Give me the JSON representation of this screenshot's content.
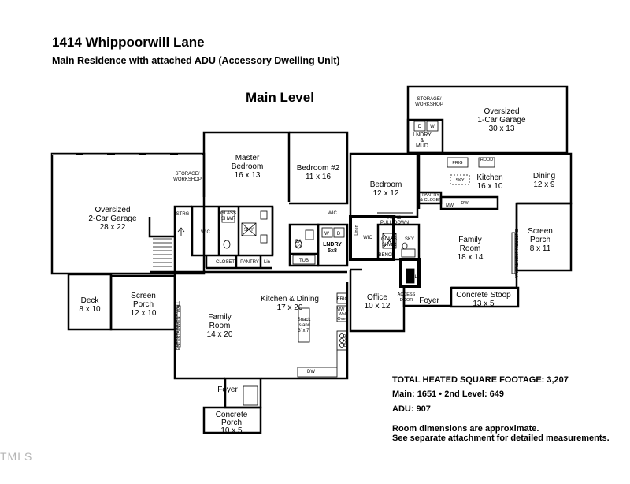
{
  "header": {
    "address": "1414 Whippoorwill Lane",
    "subtitle": "Main Residence with attached ADU (Accessory Dwelling Unit)",
    "level": "Main Level"
  },
  "rooms": {
    "garage2": [
      "Oversized",
      "2-Car Garage",
      "28 x 22"
    ],
    "storage_left": [
      "STORAGE/",
      "WORKSHOP"
    ],
    "strg": "STRG",
    "wic_left": "WIC",
    "master": [
      "Master",
      "Bedroom",
      "16 x 13"
    ],
    "glass_shwr_left": [
      "GLASS",
      "SHWR"
    ],
    "sky_left": "SKY",
    "closet": "CLOSET",
    "pantry_main": "PANTRY",
    "lin": "Lin",
    "bedroom2": [
      "Bedroom #2",
      "11 x 16"
    ],
    "wic_mid": "WIC",
    "ba2": [
      "BA",
      "#2"
    ],
    "tub": "TUB",
    "lndry_main": [
      "LNDRY",
      "5x8"
    ],
    "w_main": "W",
    "d_main": "D",
    "deck": [
      "Deck",
      "8 x 10"
    ],
    "screen_porch_left": [
      "Screen",
      "Porch",
      "12 x 10"
    ],
    "entertainment_left": "ENTERTAINMENT WALL",
    "family_main": [
      "Family",
      "Room",
      "14 x 20"
    ],
    "kitchen_dining": [
      "Kitchen & Dining",
      "17 x 20"
    ],
    "snack_island": [
      "Snack",
      "Island",
      "3' x 7'"
    ],
    "frig_main": "FRIG",
    "mw_oven": [
      "MW &",
      "Wall",
      "Oven"
    ],
    "hood_main": "HOOD",
    "dw_main": "DW",
    "foyer_main": "Foyer",
    "concrete_porch": [
      "Concrete",
      "Porch",
      "10 x 5"
    ],
    "bedroom_adu": [
      "Bedroom",
      "12 x 12"
    ],
    "linen": "Linen",
    "wic_adu": "WIC",
    "attic": [
      "ATTIC",
      "PULL-DOWN"
    ],
    "glass_shwr_adu": [
      "GLASS",
      "SHWR"
    ],
    "sky_adu": "SKY",
    "bench": "BENCH",
    "office": [
      "Office",
      "10 x 12"
    ],
    "access_door": [
      "ACCESS",
      "DOOR"
    ],
    "cl": "CL",
    "garage1": [
      "Oversized",
      "1-Car Garage",
      "30 x 13"
    ],
    "storage_right": [
      "STORAGE/",
      "WORKSHOP"
    ],
    "lndry_mud": [
      "LNDRY",
      "&",
      "MUD"
    ],
    "d_adu": "D",
    "w_adu": "W",
    "frig_adu": "FRIG",
    "hood_adu": "HOOD",
    "kitchen_adu": [
      "Kitchen",
      "16 x 10"
    ],
    "sky_kitchen": "SKY",
    "pantry_closet": [
      "PANTRY",
      "& CLOSET"
    ],
    "mw_adu": "MW",
    "dw_adu": "DW",
    "dining_adu": [
      "Dining",
      "12 x 9"
    ],
    "family_adu": [
      "Family",
      "Room",
      "18 x 14"
    ],
    "screen_porch_right": [
      "Screen",
      "Porch",
      "8 x 11"
    ],
    "entertainment_right": "ENTERTAINMENT WALL",
    "foyer_adu": "Foyer",
    "concrete_stoop": [
      "Concrete Stoop",
      "13 x 5"
    ]
  },
  "stats": {
    "total": "TOTAL HEATED SQUARE FOOTAGE:  3,207",
    "main_2nd": "Main: 1651  •  2nd Level: 649",
    "adu": "ADU: 907",
    "note1": "Room dimensions are approximate.",
    "note2": "See separate attachment for detailed measurements."
  },
  "watermark": "TMLS"
}
